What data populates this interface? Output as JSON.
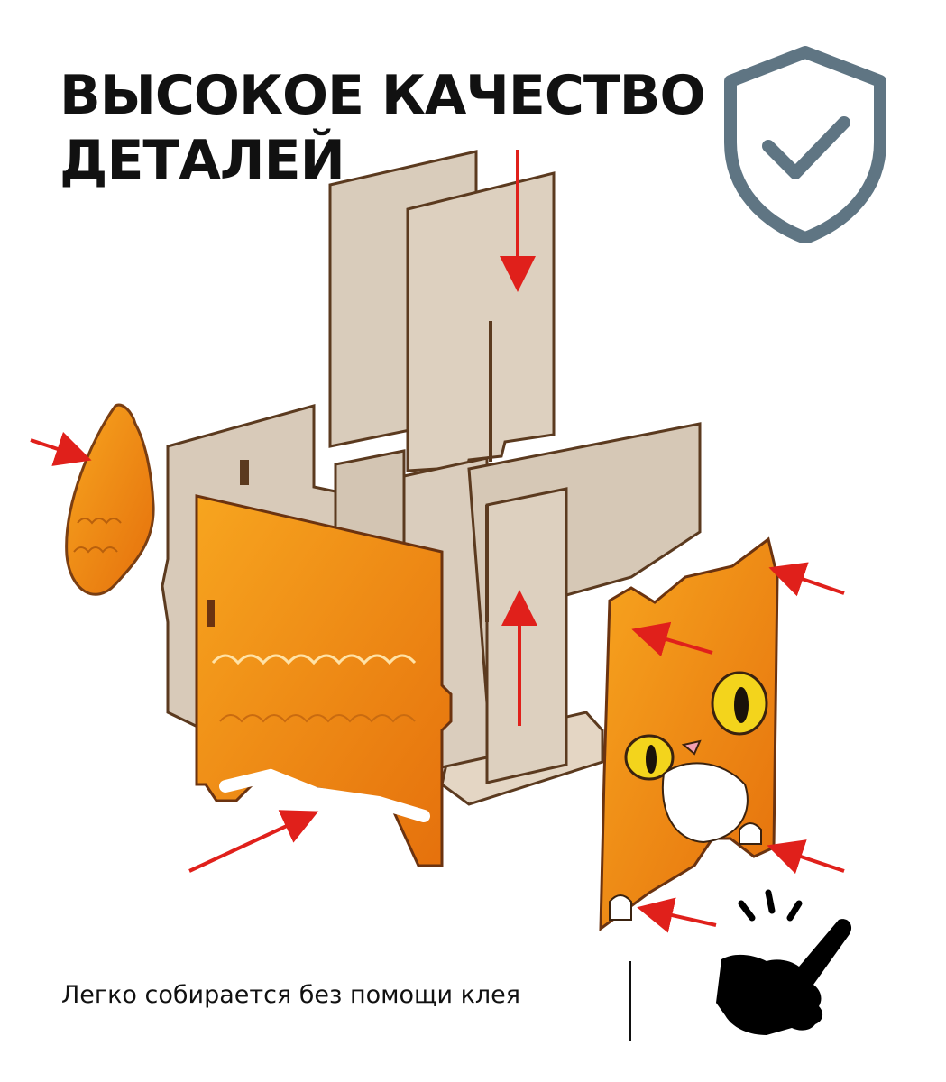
{
  "headline": {
    "line1": "ВЫСОКОЕ КАЧЕСТВО",
    "line2": "ДЕТАЛЕЙ"
  },
  "badge": {
    "icon": "shield-check-icon",
    "color": "#5f7583"
  },
  "illustration": {
    "subject": "exploded-view-wooden-cat-box",
    "arrow_color": "#e0201b",
    "panel_color": "#d8c9b8",
    "cat_color": "#f08a12"
  },
  "caption": "Легко собирается без помощи клея",
  "tap_icon": "tap-hand-icon"
}
